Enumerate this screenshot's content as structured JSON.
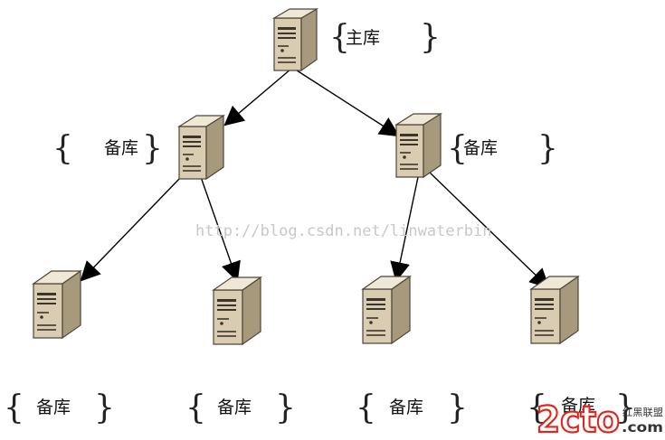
{
  "nodes": [
    {
      "id": "primary",
      "label": "主库"
    },
    {
      "id": "replica-left",
      "label": "备库"
    },
    {
      "id": "replica-right",
      "label": "备库"
    },
    {
      "id": "replica-ll",
      "label": "备库"
    },
    {
      "id": "replica-lr",
      "label": "备库"
    },
    {
      "id": "replica-rl",
      "label": "备库"
    },
    {
      "id": "replica-rr",
      "label": "备库"
    }
  ],
  "edges": [
    {
      "from": "primary",
      "to": "replica-left"
    },
    {
      "from": "primary",
      "to": "replica-right"
    },
    {
      "from": "replica-left",
      "to": "replica-ll"
    },
    {
      "from": "replica-left",
      "to": "replica-lr"
    },
    {
      "from": "replica-right",
      "to": "replica-rl"
    },
    {
      "from": "replica-right",
      "to": "replica-rr"
    }
  ],
  "watermark": "http://blog.csdn.net/linwaterbin",
  "logo": {
    "brand": "2cto",
    "suffix": ".com",
    "cn": "红黑联盟"
  },
  "colors": {
    "server_front": "#d9ccb0",
    "server_side": "#a79a7c",
    "server_top": "#efe8d6",
    "line": "#000000"
  }
}
